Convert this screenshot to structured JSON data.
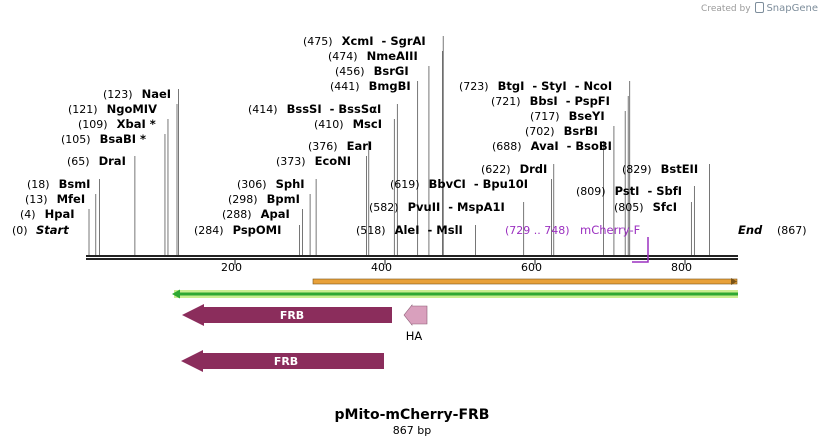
{
  "credit": {
    "prefix": "Created by",
    "brand": "SnapGene"
  },
  "plasmid": {
    "name": "pMito-mCherry-FRB",
    "length_label": "867 bp",
    "length": 867
  },
  "ends": [
    {
      "pos": "(0)",
      "name": "Start",
      "at": 0
    },
    {
      "pos": "(867)",
      "name": "End",
      "at": 867
    }
  ],
  "ruler_ticks": [
    200,
    400,
    600,
    800
  ],
  "sites": [
    {
      "pos": "(4)",
      "name": "HpaI",
      "at": 4
    },
    {
      "pos": "(13)",
      "name": "MfeI",
      "at": 13
    },
    {
      "pos": "(18)",
      "name": "BsmI",
      "at": 18
    },
    {
      "pos": "(65)",
      "name": "DraI",
      "at": 65
    },
    {
      "pos": "(105)",
      "name": "BsaBI *",
      "at": 105
    },
    {
      "pos": "(109)",
      "name": "XbaI *",
      "at": 109
    },
    {
      "pos": "(121)",
      "name": "NgoMIV",
      "at": 121
    },
    {
      "pos": "(123)",
      "name": "NaeI",
      "at": 123
    },
    {
      "pos": "(284)",
      "name": "PspOMI",
      "at": 284
    },
    {
      "pos": "(288)",
      "name": "ApaI",
      "at": 288
    },
    {
      "pos": "(298)",
      "name": "BpmI",
      "at": 298
    },
    {
      "pos": "(306)",
      "name": "SphI",
      "at": 306
    },
    {
      "pos": "(373)",
      "name": "EcoNI",
      "at": 373
    },
    {
      "pos": "(376)",
      "name": "EarI",
      "at": 376
    },
    {
      "pos": "(410)",
      "name": "MscI",
      "at": 410
    },
    {
      "pos": "(414)",
      "name": "BssSI  - BssSαI",
      "at": 414
    },
    {
      "pos": "(441)",
      "name": "BmgBI",
      "at": 441
    },
    {
      "pos": "(456)",
      "name": "BsrGI",
      "at": 456
    },
    {
      "pos": "(474)",
      "name": "NmeAIII",
      "at": 474
    },
    {
      "pos": "(475)",
      "name": "XcmI  - SgrAI",
      "at": 475
    },
    {
      "pos": "(518)",
      "name": "AleI  - MslI",
      "at": 518
    },
    {
      "pos": "(582)",
      "name": "PvuII  - MspA1I",
      "at": 582
    },
    {
      "pos": "(619)",
      "name": "BbvCI  - Bpu10I",
      "at": 619
    },
    {
      "pos": "(622)",
      "name": "DrdI",
      "at": 622
    },
    {
      "pos": "(688)",
      "name": "AvaI  - BsoBI",
      "at": 688
    },
    {
      "pos": "(702)",
      "name": "BsrBI",
      "at": 702
    },
    {
      "pos": "(717)",
      "name": "BseYI",
      "at": 717
    },
    {
      "pos": "(721)",
      "name": "BbsI  - PspFI",
      "at": 721
    },
    {
      "pos": "(723)",
      "name": "BtgI  - StyI  - NcoI",
      "at": 723
    },
    {
      "pos": "(805)",
      "name": "SfcI",
      "at": 805
    },
    {
      "pos": "(809)",
      "name": "PstI  - SbfI",
      "at": 809
    },
    {
      "pos": "(829)",
      "name": "BstEII",
      "at": 829
    }
  ],
  "primer": {
    "range": "(729 .. 748)",
    "name": "mCherry-F",
    "color": "#9b30c0"
  },
  "features": [
    {
      "name": "FRB",
      "color": "#8b2d5c",
      "direction": "reverse"
    },
    {
      "name": "HA",
      "color": "#d9a0bd",
      "direction": "reverse"
    },
    {
      "name": "FRB",
      "color": "#8b2d5c",
      "direction": "reverse"
    }
  ],
  "colors": {
    "orange_bar": "#e8a13a",
    "green_bar": "#2ea832",
    "green_glow": "#c9ee8f",
    "backbone": "#222222"
  }
}
